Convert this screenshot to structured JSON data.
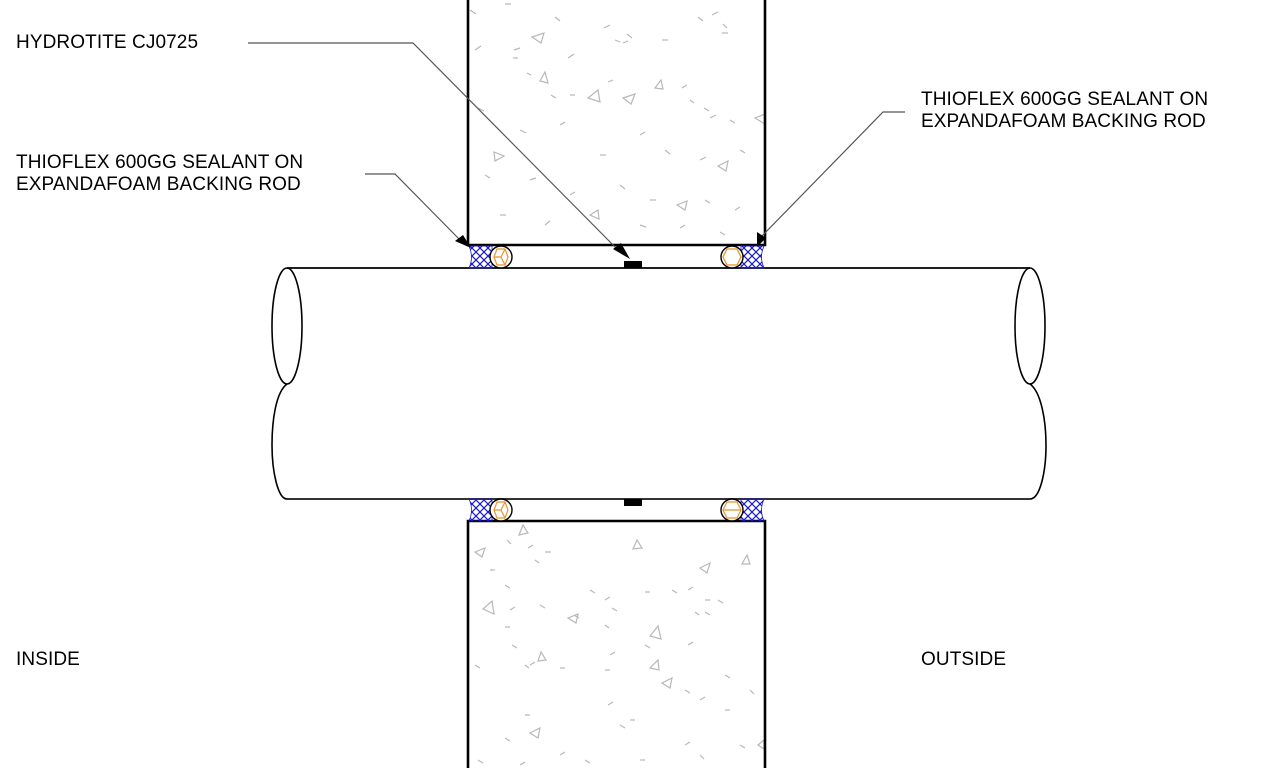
{
  "drawing": {
    "type": "pipe penetration through wall - section detail",
    "colors": {
      "line": "#000000",
      "leader": "#555555",
      "sealant_hatch": "#1a1acc",
      "backing_rod": "#e8952e",
      "aggregate": "#b8b8b8",
      "background": "#ffffff"
    }
  },
  "labels": {
    "hydrotite": "HYDROTITE CJ0725",
    "sealant_left_line1": "THIOFLEX 600GG SEALANT ON",
    "sealant_left_line2": "EXPANDAFOAM BACKING ROD",
    "sealant_right_line1": "THIOFLEX 600GG SEALANT ON",
    "sealant_right_line2": "EXPANDAFOAM BACKING ROD",
    "inside": "INSIDE",
    "outside": "OUTSIDE"
  },
  "components": [
    {
      "id": "wall-upper",
      "name": "Concrete wall (upper section)"
    },
    {
      "id": "wall-lower",
      "name": "Concrete wall (lower section)"
    },
    {
      "id": "pipe",
      "name": "Pipe"
    },
    {
      "id": "hydrotite-strip",
      "name": "Hydrotite CJ0725 waterstop"
    },
    {
      "id": "sealant-inside",
      "name": "Thioflex 600GG sealant (inside face)"
    },
    {
      "id": "sealant-outside",
      "name": "Thioflex 600GG sealant (outside face)"
    },
    {
      "id": "backing-rod",
      "name": "Expandafoam backing rod"
    }
  ]
}
